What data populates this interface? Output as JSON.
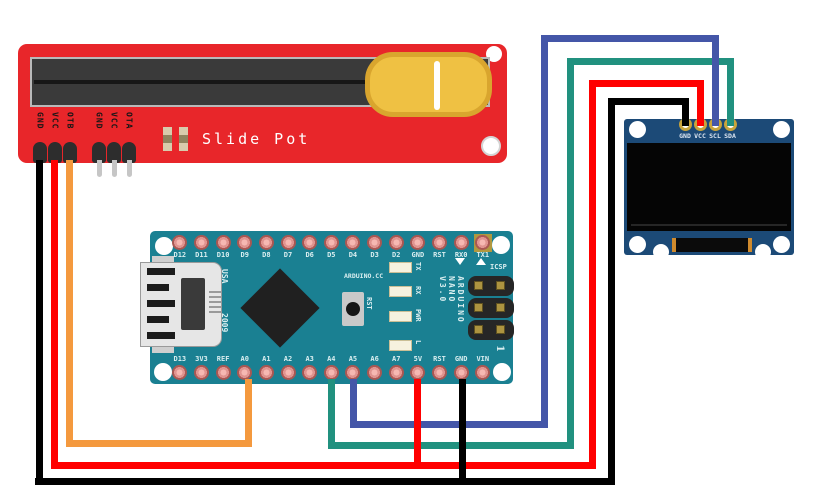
{
  "slide_pot": {
    "label": "Slide Pot",
    "pin_labels": [
      "GND",
      "VCC",
      "OTB",
      "GND",
      "VCC",
      "OTA"
    ]
  },
  "arduino": {
    "top_pins": [
      "D12",
      "D11",
      "D10",
      "D9",
      "D8",
      "D7",
      "D6",
      "D5",
      "D4",
      "D3",
      "D2",
      "GND",
      "RST",
      "RX0",
      "TX1"
    ],
    "bottom_pins": [
      "D13",
      "3V3",
      "REF",
      "A0",
      "A1",
      "A2",
      "A3",
      "A4",
      "A5",
      "A6",
      "A7",
      "5V",
      "RST",
      "GND",
      "VIN"
    ],
    "text_usa": "USA",
    "text_year": "2009",
    "text_site": "ARDUINO.CC",
    "text_rst": "RST",
    "led_labels": [
      "TX",
      "RX",
      "PWR",
      "L"
    ],
    "branding": [
      "ARDUINO",
      "NANO",
      "V3.0"
    ],
    "text_icsp": "ICSP",
    "text_pin1": "1"
  },
  "oled": {
    "pin_labels": [
      "GND",
      "VCC",
      "SCL",
      "SDA"
    ]
  },
  "wires": [
    {
      "signal": "wiper output",
      "color": "#F4993E",
      "from": "Slide Pot OTB",
      "to": "Arduino A0"
    },
    {
      "signal": "SCL",
      "color": "#4456A8",
      "from": "Arduino A5",
      "to": "OLED SCL"
    },
    {
      "signal": "SDA",
      "color": "#21917F",
      "from": "Arduino A4",
      "to": "OLED SDA"
    },
    {
      "signal": "5V power",
      "color": "#FF0000",
      "from": "Slide Pot VCC",
      "to": "Arduino 5V and OLED VCC"
    },
    {
      "signal": "ground",
      "color": "#000000",
      "from": "Slide Pot GND",
      "to": "Arduino GND and OLED GND"
    }
  ],
  "colors": {
    "pot_board": "#E8262A",
    "pot_knob": "#EFC143",
    "arduino_board": "#1A8092",
    "oled_board": "#1C4A77"
  }
}
